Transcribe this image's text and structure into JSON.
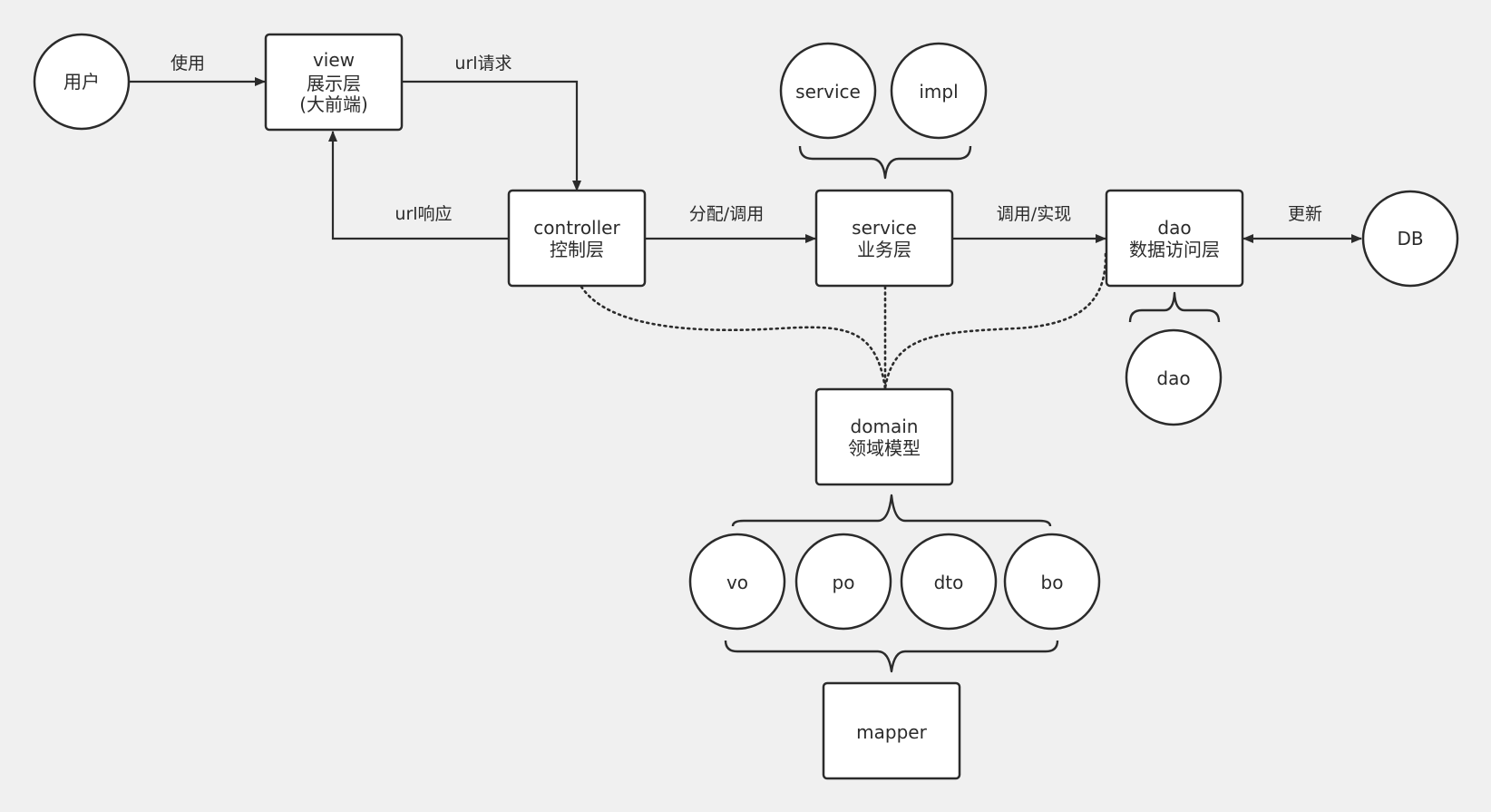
{
  "nodes": {
    "user": {
      "label": "用户"
    },
    "view": {
      "line1": "view",
      "line2": "展示层",
      "line3": "(大前端)"
    },
    "controller": {
      "line1": "controller",
      "line2": "控制层"
    },
    "service_layer": {
      "line1": "service",
      "line2": "业务层"
    },
    "dao_layer": {
      "line1": "dao",
      "line2": "数据访问层"
    },
    "db": {
      "label": "DB"
    },
    "service_circle": {
      "label": "service"
    },
    "impl_circle": {
      "label": "impl"
    },
    "dao_circle": {
      "label": "dao"
    },
    "domain": {
      "line1": "domain",
      "line2": "领域模型"
    },
    "vo": {
      "label": "vo"
    },
    "po": {
      "label": "po"
    },
    "dto": {
      "label": "dto"
    },
    "bo": {
      "label": "bo"
    },
    "mapper": {
      "label": "mapper"
    }
  },
  "edges": {
    "use": "使用",
    "url_request": "url请求",
    "url_response": "url响应",
    "dispatch_call": "分配/调用",
    "call_implement": "调用/实现",
    "update": "更新"
  },
  "colors": {
    "background": "#f0f0f0",
    "stroke": "#2b2b2b",
    "node_fill": "#ffffff"
  }
}
